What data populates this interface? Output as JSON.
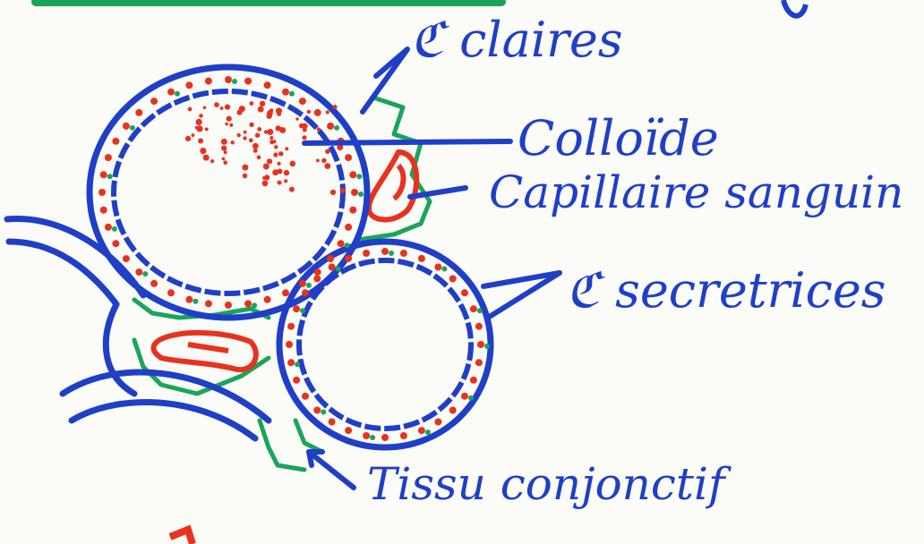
{
  "labels": {
    "cells_clear": "ℭ claires",
    "colloid": "Colloïde",
    "blood_capillary": "Capillaire sanguin",
    "secretory_cells": "ℭ secretrices",
    "connective_tissue": "Tissu conjonctif"
  },
  "colors": {
    "follicle_outline": "#1f3fc8",
    "cell_nuclei": "#e8321e",
    "colloid_dots": "#e8321e",
    "capillary": "#e8321e",
    "connective_tissue": "#1aa55a",
    "label_ink": "#1f3fc8",
    "top_green_bar": "#1aa55a",
    "bottom_red_mark": "#e8321e"
  }
}
